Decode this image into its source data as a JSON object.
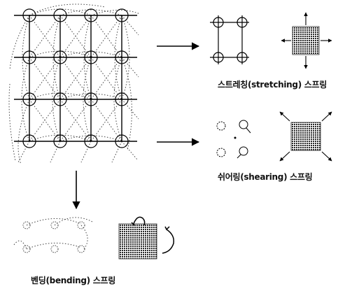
{
  "labels": {
    "stretching": "스트레칭(stretching) 스프링",
    "shearing": "쉬어링(shearing) 스프링",
    "bending": "벤딩(bending) 스프링"
  }
}
